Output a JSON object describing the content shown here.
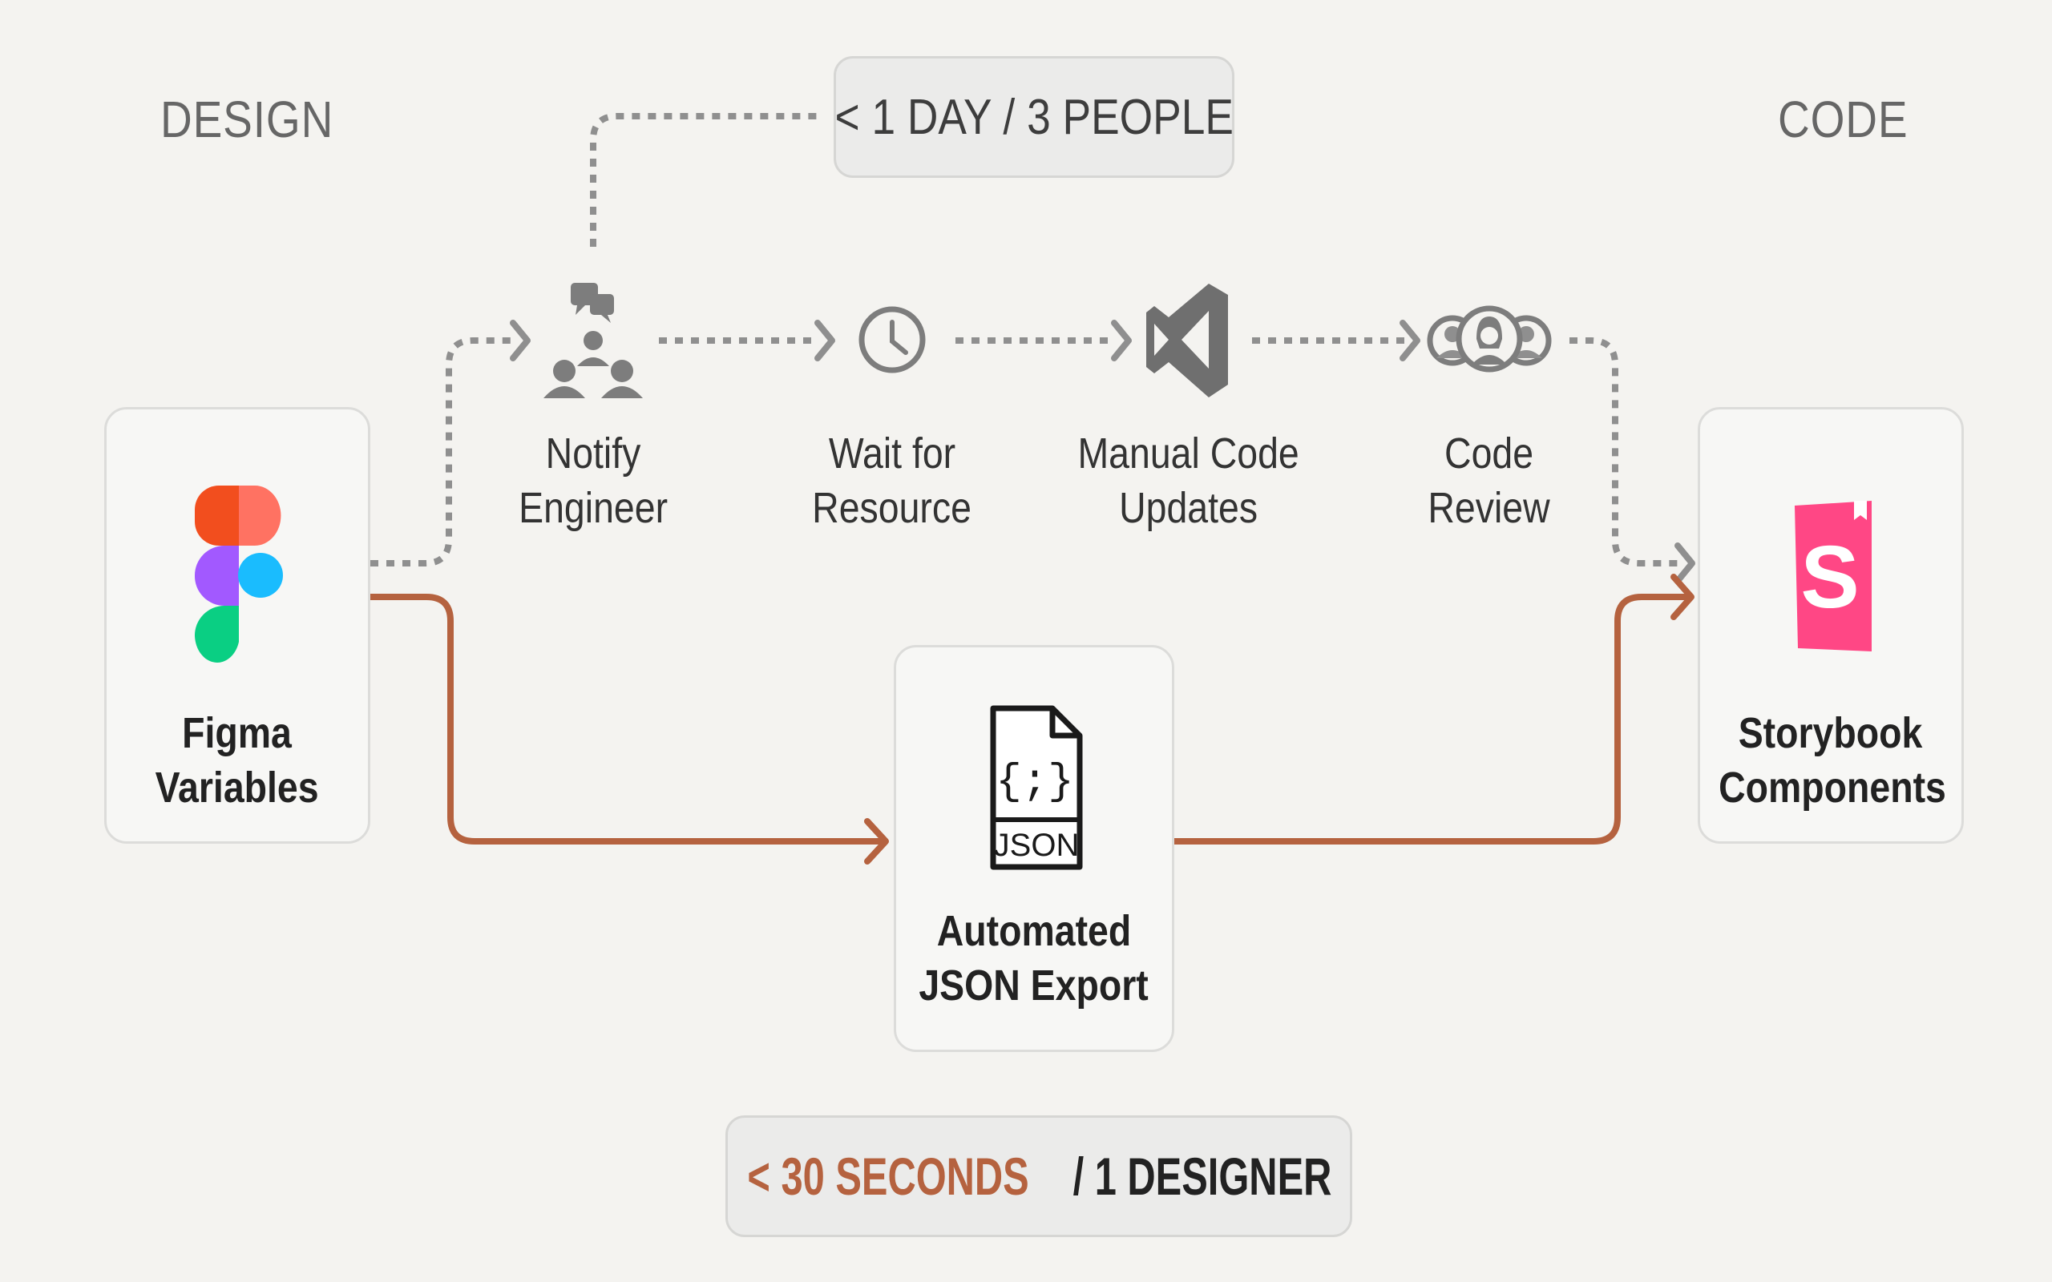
{
  "headings": {
    "left": "DESIGN",
    "right": "CODE"
  },
  "manual_badge": {
    "text": "< 1 DAY / 3 PEOPLE"
  },
  "auto_badge": {
    "accent": "< 30 SECONDS",
    "rest": " / 1 DESIGNER"
  },
  "source": {
    "line1": "Figma",
    "line2": "Variables"
  },
  "target": {
    "line1": "Storybook",
    "line2": "Components"
  },
  "automated": {
    "line1": "Automated",
    "line2": "JSON Export",
    "icon_text": "JSON",
    "icon_glyph": "{;}"
  },
  "manual_steps": [
    {
      "line1": "Notify",
      "line2": "Engineer",
      "icon": "people-chat-icon"
    },
    {
      "line1": "Wait for",
      "line2": "Resource",
      "icon": "clock-icon"
    },
    {
      "line1": "Manual Code",
      "line2": "Updates",
      "icon": "vscode-icon"
    },
    {
      "line1": "Code",
      "line2": "Review",
      "icon": "reviewers-icon"
    }
  ],
  "colors": {
    "accent": "#b5623f",
    "dotted": "#8f8f8f",
    "figma_red": "#f24e1e",
    "figma_orange": "#ff7262",
    "figma_purple": "#a259ff",
    "figma_blue": "#1abcfe",
    "figma_green": "#0acf83",
    "storybook_pink": "#ff4785"
  }
}
